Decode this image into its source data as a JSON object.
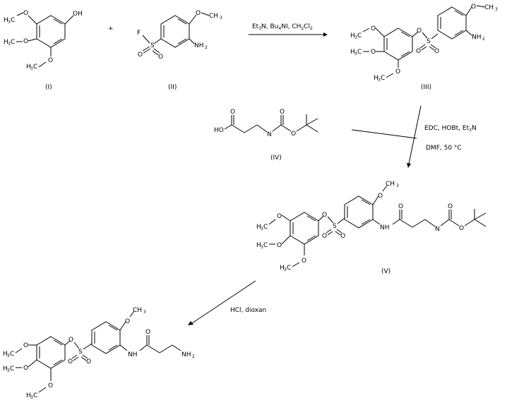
{
  "compounds": {
    "I": {
      "label": "(I)",
      "oh": "OH"
    },
    "II": {
      "label": "(II)",
      "f": "F",
      "nh2": "NH",
      "nh2_sub": "2"
    },
    "III": {
      "label": "(III)",
      "nh2": "NH",
      "nh2_sub": "2"
    },
    "IV": {
      "label": "(IV)",
      "ho": "HO",
      "n": "N"
    },
    "V": {
      "label": "(V)",
      "nh": "NH",
      "n": "N"
    },
    "VI": {
      "nh": "NH",
      "nh2": "NH",
      "nh2_sub": "2"
    }
  },
  "plus": "+",
  "reactions": {
    "step1": {
      "reagents": [
        "Et",
        "3",
        "N, Bu",
        "4",
        "NI, CH",
        "2",
        "Cl",
        "2"
      ]
    },
    "step2": {
      "line1": "EDC, HOBt, Et",
      "line1_sub": "3",
      "line1_tail": "N",
      "line2": "DMF, 50 °C"
    },
    "step3": {
      "reagents": "HCl, dioxan"
    }
  },
  "atoms": {
    "o": "O",
    "s": "S",
    "h3c": "H",
    "h3c_sub": "3",
    "c": "C",
    "ch3": "CH",
    "ch3_sub": "3"
  }
}
